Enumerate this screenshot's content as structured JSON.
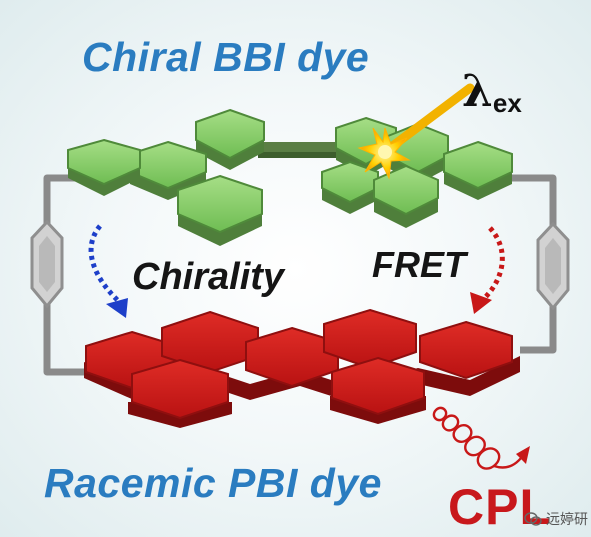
{
  "labels": {
    "top_title": "Chiral BBI dye",
    "bottom_title": "Racemic PBI dye",
    "excitation_symbol": "λ",
    "excitation_subscript": "ex",
    "chirality": "Chirality",
    "fret": "FRET",
    "emission": "CPL",
    "watermark": "远婷研"
  },
  "colors": {
    "background": "#e9f2f3",
    "title_blue": "#2a7cc0",
    "green_hex": "#7ec960",
    "red_hex": "#c81818",
    "linker_gray": "#8a8a8a",
    "arrow_blue": "#1d3fc9",
    "arrow_red": "#c81818",
    "beam_yellow": "#f2b200"
  },
  "icons": {
    "excitation_burst": "star-burst-icon",
    "emission_helix": "helix-wave-icon",
    "watermark_logo": "wechat-icon"
  }
}
